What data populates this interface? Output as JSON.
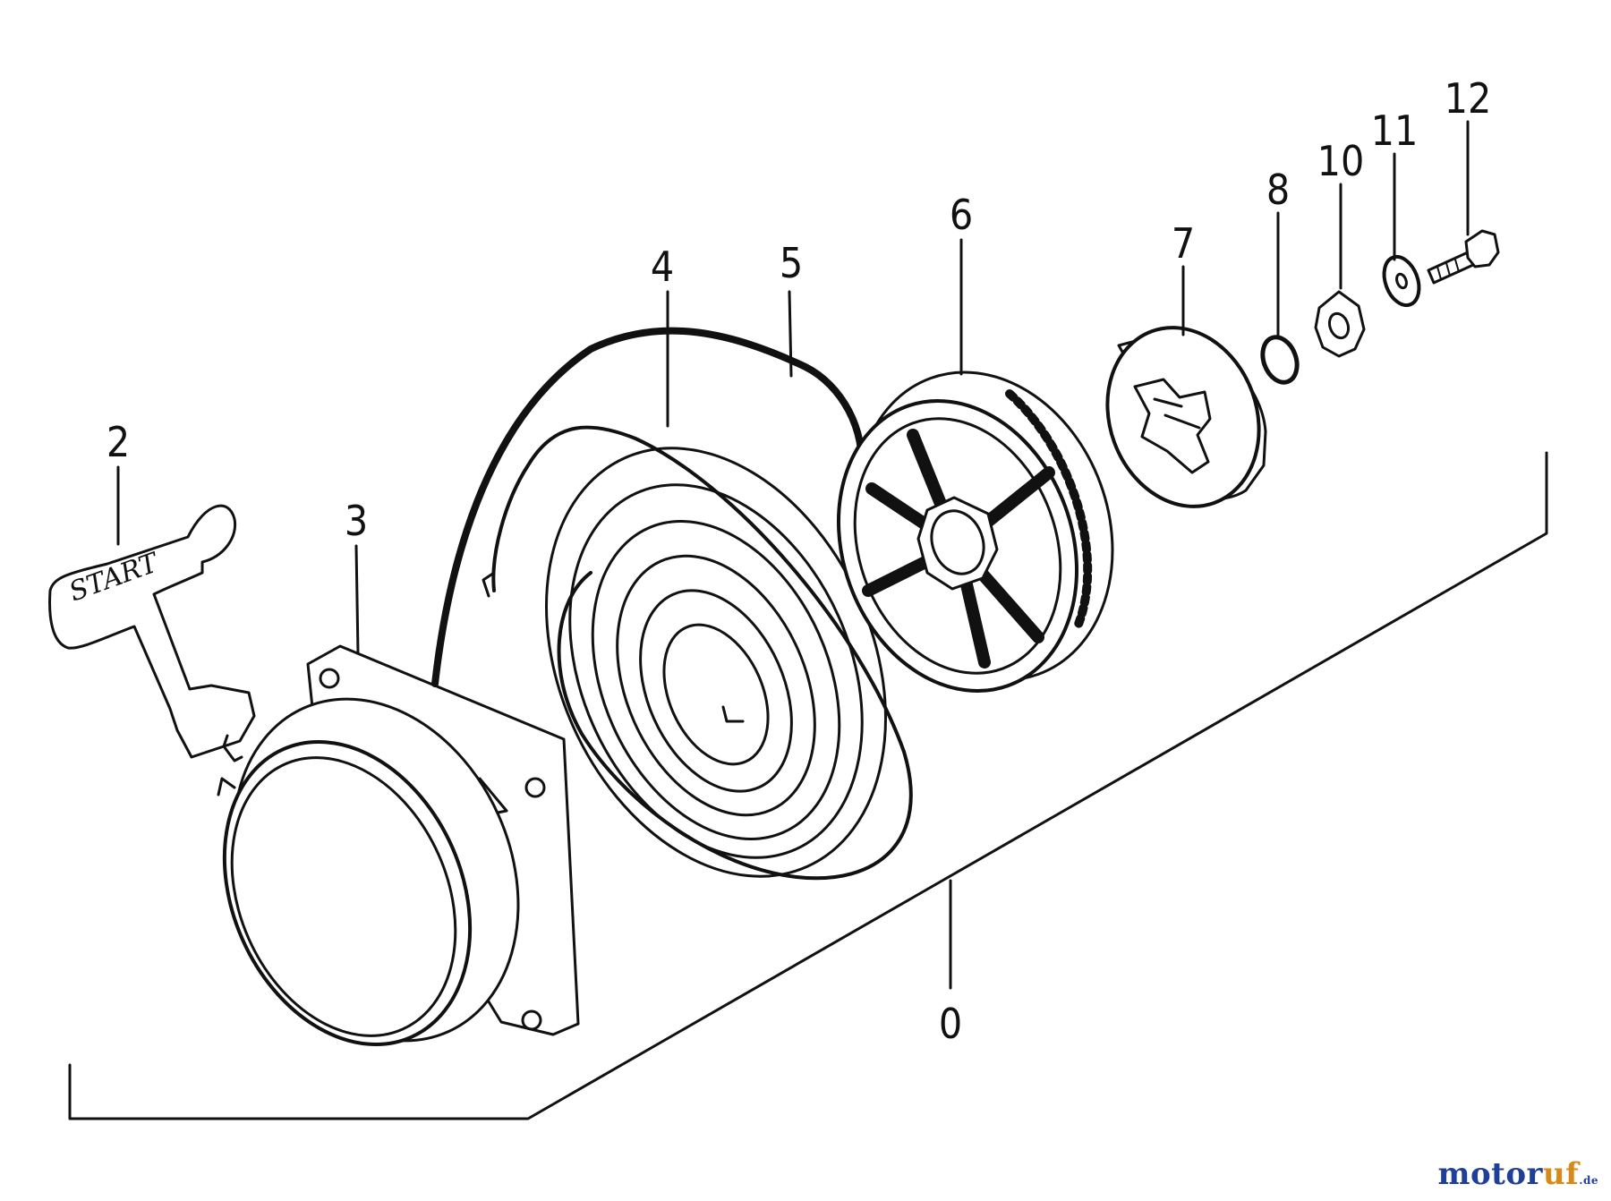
{
  "callouts": {
    "c0": "0",
    "c2": "2",
    "c3": "3",
    "c4": "4",
    "c5": "5",
    "c6": "6",
    "c7": "7",
    "c8": "8",
    "c10": "10",
    "c11": "11",
    "c12": "12"
  },
  "handle_text": "START",
  "watermark": {
    "main": "motor",
    "accent": "uf",
    "suffix": ".de"
  }
}
